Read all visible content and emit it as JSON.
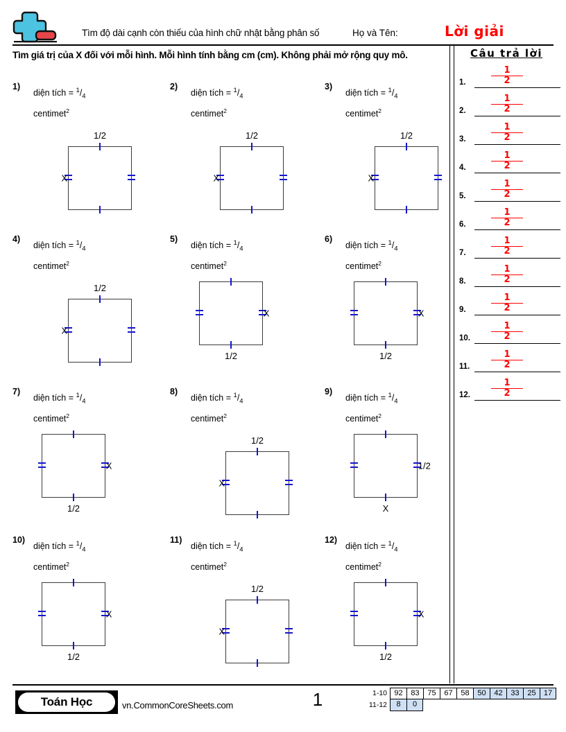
{
  "header": {
    "title": "Tìm độ dài cạnh còn thiếu của hình chữ nhật bằng phân số",
    "name_label": "Họ và Tên:",
    "answer_key_label": "Lời giải",
    "logo_icon": "plus-minus-logo-icon"
  },
  "instructions": {
    "text": "Tìm giá trị của X đối với mỗi hình. Mỗi hình tính bằng cm (cm). Không phải mở rộng quy mô."
  },
  "problem_common": {
    "area_label": "diện tích =",
    "numerator": "1",
    "slash": "/",
    "denominator": "4",
    "unit": "centimet",
    "unit_exponent": "2",
    "side_label": "1/2",
    "unknown_label": "X"
  },
  "problems": [
    {
      "number": "1)",
      "top_label": "1/2",
      "bottom_label": "",
      "left_label": "X",
      "right_label": ""
    },
    {
      "number": "2)",
      "top_label": "1/2",
      "bottom_label": "",
      "left_label": "X",
      "right_label": ""
    },
    {
      "number": "3)",
      "top_label": "1/2",
      "bottom_label": "",
      "left_label": "X",
      "right_label": ""
    },
    {
      "number": "4)",
      "top_label": "1/2",
      "bottom_label": "",
      "left_label": "X",
      "right_label": ""
    },
    {
      "number": "5)",
      "top_label": "",
      "bottom_label": "1/2",
      "left_label": "",
      "right_label": "X"
    },
    {
      "number": "6)",
      "top_label": "",
      "bottom_label": "1/2",
      "left_label": "",
      "right_label": "X"
    },
    {
      "number": "7)",
      "top_label": "",
      "bottom_label": "1/2",
      "left_label": "",
      "right_label": "X"
    },
    {
      "number": "8)",
      "top_label": "1/2",
      "bottom_label": "",
      "left_label": "X",
      "right_label": ""
    },
    {
      "number": "9)",
      "top_label": "",
      "bottom_label": "X",
      "left_label": "",
      "right_label": "1/2"
    },
    {
      "number": "10)",
      "top_label": "",
      "bottom_label": "1/2",
      "left_label": "",
      "right_label": "X"
    },
    {
      "number": "11)",
      "top_label": "1/2",
      "bottom_label": "",
      "left_label": "X",
      "right_label": ""
    },
    {
      "number": "12)",
      "top_label": "",
      "bottom_label": "1/2",
      "left_label": "",
      "right_label": "X"
    }
  ],
  "answer_column": {
    "title": "Câu trả lời",
    "rows": [
      {
        "number": "1.",
        "numerator": "1",
        "denominator": "2"
      },
      {
        "number": "2.",
        "numerator": "1",
        "denominator": "2"
      },
      {
        "number": "3.",
        "numerator": "1",
        "denominator": "2"
      },
      {
        "number": "4.",
        "numerator": "1",
        "denominator": "2"
      },
      {
        "number": "5.",
        "numerator": "1",
        "denominator": "2"
      },
      {
        "number": "6.",
        "numerator": "1",
        "denominator": "2"
      },
      {
        "number": "7.",
        "numerator": "1",
        "denominator": "2"
      },
      {
        "number": "8.",
        "numerator": "1",
        "denominator": "2"
      },
      {
        "number": "9.",
        "numerator": "1",
        "denominator": "2"
      },
      {
        "number": "10.",
        "numerator": "1",
        "denominator": "2"
      },
      {
        "number": "11.",
        "numerator": "1",
        "denominator": "2"
      },
      {
        "number": "12.",
        "numerator": "1",
        "denominator": "2"
      }
    ]
  },
  "footer": {
    "brand": "Toán Học",
    "url": "vn.CommonCoreSheets.com",
    "page_number": "1",
    "score_rows": [
      {
        "label": "1-10",
        "cells": [
          {
            "value": "92",
            "highlighted": false
          },
          {
            "value": "83",
            "highlighted": false
          },
          {
            "value": "75",
            "highlighted": false
          },
          {
            "value": "67",
            "highlighted": false
          },
          {
            "value": "58",
            "highlighted": false
          },
          {
            "value": "50",
            "highlighted": true
          },
          {
            "value": "42",
            "highlighted": true
          },
          {
            "value": "33",
            "highlighted": true
          },
          {
            "value": "25",
            "highlighted": true
          },
          {
            "value": "17",
            "highlighted": true
          }
        ]
      },
      {
        "label": "11-12",
        "cells": [
          {
            "value": "8",
            "highlighted": true
          },
          {
            "value": "0",
            "highlighted": true
          }
        ]
      }
    ]
  },
  "colors": {
    "tick_blue": "#1414d2",
    "answer_red": "#ff0000",
    "highlight_blue": "#cfe0f5",
    "shape_stroke": "#3a3a3a"
  }
}
